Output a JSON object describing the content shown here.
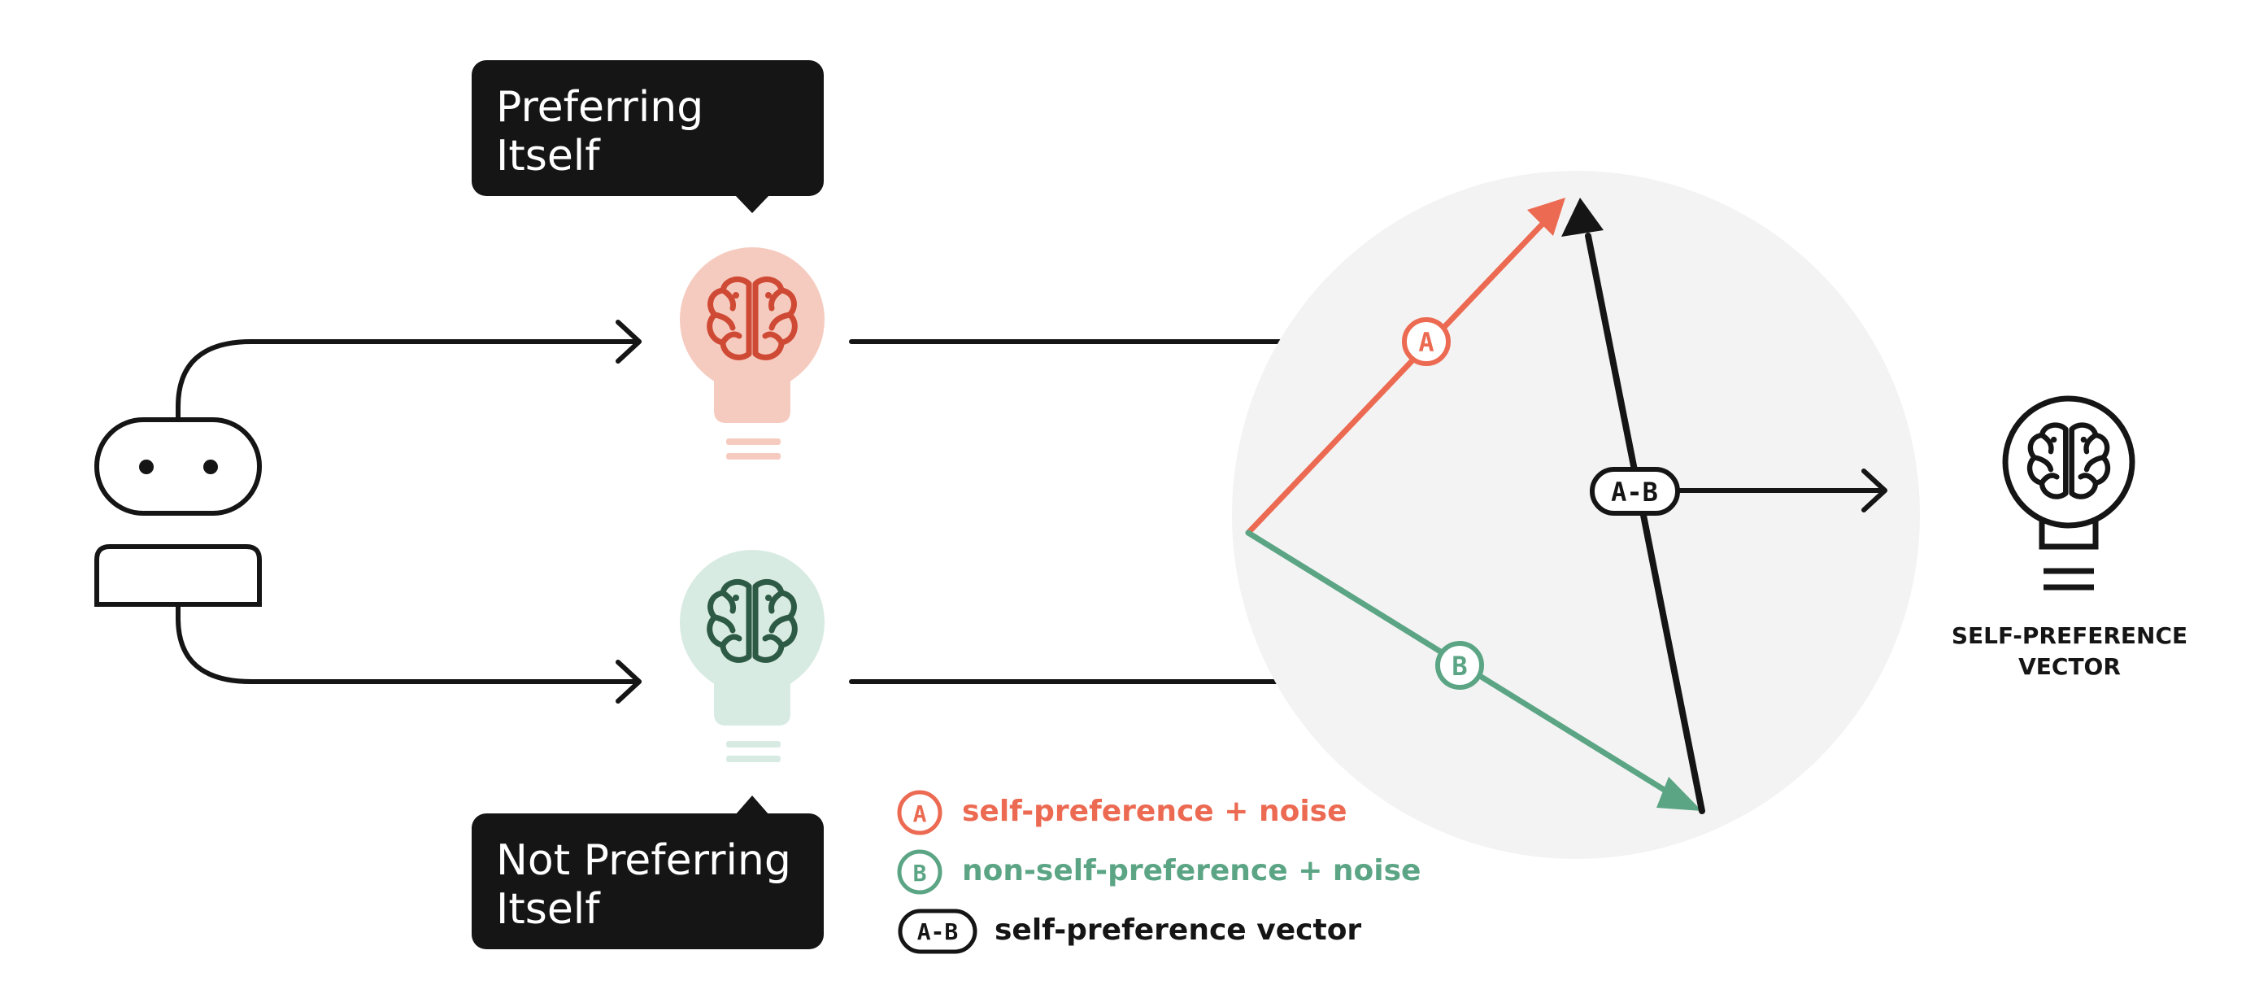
{
  "callouts": {
    "top": [
      "Preferring",
      "Itself"
    ],
    "bottom": [
      "Not Preferring",
      "Itself"
    ]
  },
  "vectors": {
    "a_badge": "A",
    "b_badge": "B",
    "ab_badge": "A-B"
  },
  "legend": [
    {
      "badge": "A",
      "text": "self-preference + noise",
      "color": "#ec6a52"
    },
    {
      "badge": "B",
      "text": "non-self-preference + noise",
      "color": "#5ba585"
    },
    {
      "badge": "A-B",
      "text": "self-preference vector",
      "color": "#151515"
    }
  ],
  "result": {
    "label": [
      "SELF-PREFERENCE",
      "VECTOR"
    ]
  },
  "colors": {
    "red": "#ec6a52",
    "red_light": "#f6cbbf",
    "red_dark": "#cf4a35",
    "green": "#5ba585",
    "green_light": "#d8ebe2",
    "green_dark": "#2d5a44",
    "black": "#151515",
    "circle_bg": "#f3f3f3"
  },
  "icons": [
    "robot-icon",
    "brain-bulb-red-icon",
    "brain-bulb-green-icon",
    "brain-bulb-outline-icon"
  ]
}
